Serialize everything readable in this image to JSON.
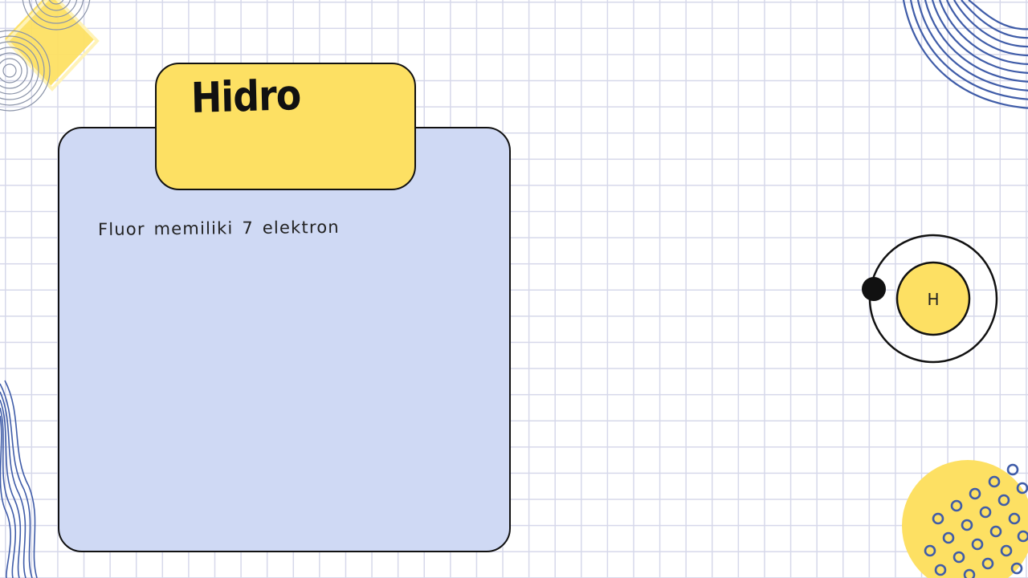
{
  "slide": {
    "title": "Hidro",
    "body_text": "Fluor memiliki 7 elektron"
  },
  "atom": {
    "nucleus_label": "H",
    "electron_count": 1
  },
  "colors": {
    "background": "#ffffff",
    "grid_line": "#d6d8ea",
    "card_fill": "#cfd9f4",
    "tab_fill": "#fde063",
    "accent_blue": "#3f5ca8",
    "accent_yellow": "#fde063",
    "outline": "#111111"
  },
  "decorations": {
    "top_left": "yellow-diamond-with-concentric-circles",
    "top_right": "blue-arc-lines",
    "bottom_left": "blue-wave-lines",
    "bottom_right": "yellow-circle-with-blue-rings"
  }
}
